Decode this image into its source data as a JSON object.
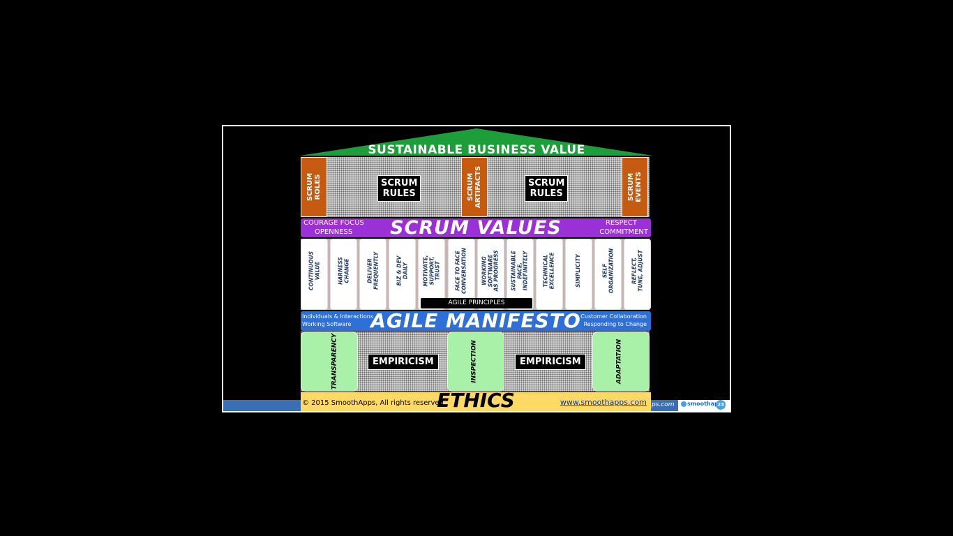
{
  "roof": {
    "title": "SUSTAINABLE BUSINESS VALUE",
    "color": "#1e9e3a"
  },
  "scrum": {
    "roles": "SCRUM\nROLES",
    "artifacts": "SCRUM\nARTIFACTS",
    "events": "SCRUM\nEVENTS",
    "rules_left": "SCRUM\nRULES",
    "rules_right": "SCRUM\nRULES"
  },
  "values": {
    "title": "SCRUM VALUES",
    "left_line1": "COURAGE FOCUS",
    "left_line2": "OPENNESS",
    "right_line1": "RESPECT",
    "right_line2": "COMMITMENT",
    "color": "#9b30d6"
  },
  "principles": {
    "label": "AGILE PRINCIPLES",
    "items": [
      "CONTINUOUS\nVALUE",
      "HARNESS\nCHANGE",
      "DELIVER\nFREQUENTLY",
      "BIZ & DEV\nDAILY",
      "MOTIVATE,\nSUPPORT,\nTRUST",
      "FACE TO FACE\nCONVERSATION",
      "WORKING\nSOFTWARE\nAS PROGRESS",
      "SUSTAINABLE\nPACE,\nINDEFINITELY",
      "TECHNICAL\nEXCELLENCE",
      "SIMPLICITY",
      "SELF\nORGANIZATION",
      "REFLECT,\nTUNE, ADJUST"
    ]
  },
  "manifesto": {
    "title": "AGILE MANIFESTO",
    "left_line1": "Individuals & Interactions",
    "left_line2": "Working Software",
    "right_line1": "Customer Collaboration",
    "right_line2": "Responding to Change",
    "color": "#2e6fd8"
  },
  "empiricism": {
    "transparency": "TRANSPARENCY",
    "inspection": "INSPECTION",
    "adaptation": "ADAPTATION",
    "box_left": "EMPIRICISM",
    "box_right": "EMPIRICISM"
  },
  "ethics": {
    "title": "ETHICS",
    "copyright": "© 2015 SmoothApps, All rights reserved",
    "link": "www.smoothapps.com"
  },
  "footer": {
    "url_fragment": "ps.com",
    "logo_text": "smoothapps",
    "page_number": "23"
  }
}
